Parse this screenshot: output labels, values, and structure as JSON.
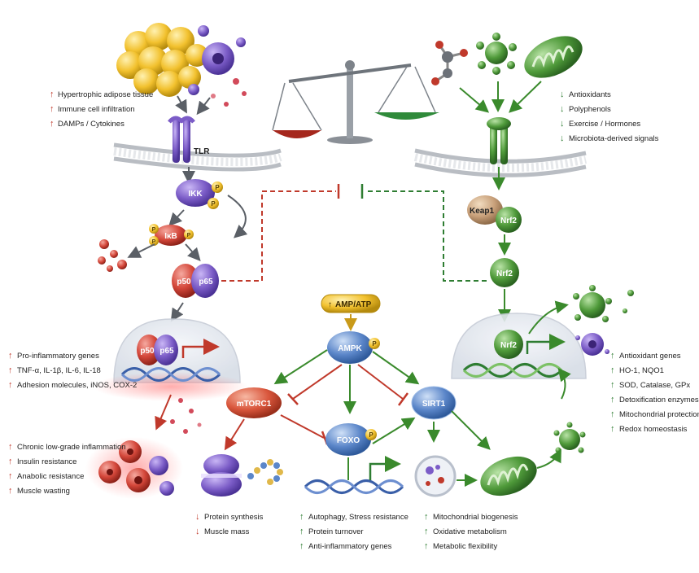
{
  "colors": {
    "inflammatory_red": "#c0392b",
    "protective_green": "#2e7d32",
    "complex_purple": "#7b5cc7",
    "ampk_blue": "#5b86c9",
    "mtor_orange": "#d9563c",
    "membrane_gray": "#c9ccd1",
    "phosphate_gold": "#f2c12e"
  },
  "top_left": {
    "list": [
      "Hypertrophic adipose tissue",
      "Immune cell infiltration",
      "DAMPs / Cytokines"
    ],
    "receptor": "TLR"
  },
  "top_right": {
    "list": [
      "Antioxidants",
      "Polyphenols",
      "Exercise / Hormones",
      "Microbiota-derived signals"
    ]
  },
  "nodes": {
    "ikk": "IKK",
    "ikb": "IκB",
    "p50": "p50",
    "p65": "p65",
    "keap1": "Keap1",
    "nrf2": "Nrf2",
    "phosphate": "P",
    "amp_atp": "AMP/ATP",
    "ampk": "AMPK",
    "mtorc1": "mTORC1",
    "foxo": "FOXO",
    "sirt1": "SIRT1"
  },
  "lists": {
    "nfkb_nucleus": [
      "Pro-inflammatory genes",
      "TNF-α, IL-1β, IL-6, IL-18",
      "Adhesion molecules, iNOS, COX-2"
    ],
    "inflammation_outcomes": [
      "Chronic low-grade inflammation",
      "Insulin resistance",
      "Anabolic resistance",
      "Muscle wasting"
    ],
    "mtor_outcomes": [
      "Protein synthesis",
      "Muscle mass"
    ],
    "foxo_outcomes": [
      "Autophagy, Stress resistance",
      "Protein turnover",
      "Anti-inflammatory genes"
    ],
    "sirt1_outcomes": [
      "Mitochondrial biogenesis",
      "Oxidative metabolism",
      "Metabolic flexibility"
    ],
    "nrf2_outcomes": [
      "Antioxidant genes",
      "HO-1, NQO1",
      "SOD, Catalase, GPx",
      "Detoxification enzymes",
      "Mitochondrial protection",
      "Redox homeostasis"
    ]
  },
  "icons": [
    "adipose-cluster-icon",
    "immune-cell-icon",
    "balance-scale-icon",
    "molecule-icon",
    "mitochondrion-icon",
    "dna-helix-icon",
    "ribosome-icon",
    "lysosome-icon"
  ]
}
